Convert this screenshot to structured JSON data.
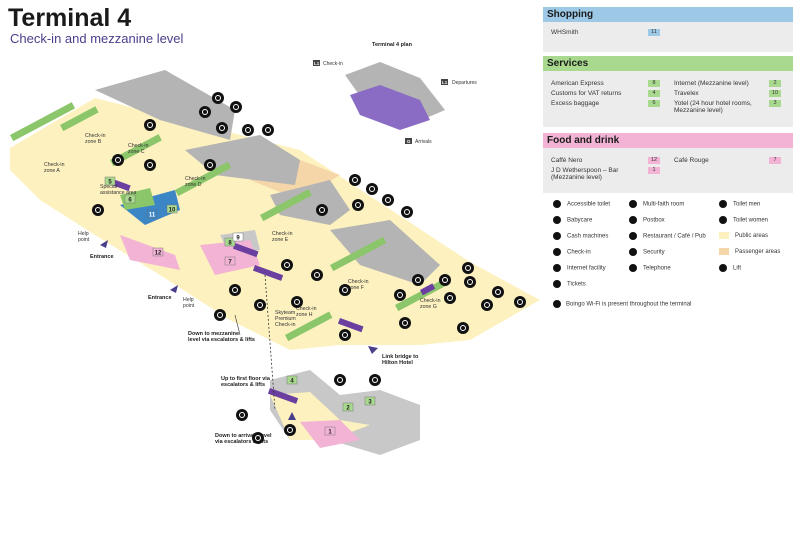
{
  "header": {
    "title": "Terminal 4",
    "subtitle": "Check-in and mezzanine level"
  },
  "plan": {
    "title": "Terminal 4 plan",
    "l1": "L1",
    "checkin": "Check-in",
    "departures": "Departures",
    "g": "G",
    "arrivals": "Arrivals"
  },
  "zones": {
    "a": "Check-in\nzone A",
    "b": "Check-in\nzone B",
    "c": "Check-in\nzone C",
    "d": "Check-in\nzone D",
    "e": "Check-in\nzone E",
    "f": "Check-in\nzone F",
    "g": "Check-in\nzone G",
    "h": "Check-in\nzone H",
    "special": "Special\nassistance area",
    "premium": "Skyteam\nPremium\nCheck-in"
  },
  "map_labels": {
    "help1": "Help\npoint",
    "entrance1": "Entrance",
    "entrance2": "Entrance",
    "help2": "Help\npoint",
    "down_mezz": "Down to mezzanine\nlevel via escalators & lifts",
    "up_first": "Up to first floor via\nescalators & lifts",
    "down_arr": "Down to arrivals level\nvia escalators & lifts",
    "link_bridge": "Link bridge to\nHilton Hotel"
  },
  "map_numbers": [
    "1",
    "2",
    "3",
    "4",
    "5",
    "6",
    "7",
    "8",
    "9",
    "10",
    "11",
    "12"
  ],
  "shopping": {
    "title": "Shopping",
    "items": [
      {
        "name": "WHSmith",
        "num": "11"
      }
    ]
  },
  "services": {
    "title": "Services",
    "left": [
      {
        "name": "American Express",
        "num": "8"
      },
      {
        "name": "Customs for VAT returns",
        "num": "4"
      },
      {
        "name": "Excess baggage",
        "num": "6"
      }
    ],
    "right": [
      {
        "name": "Internet (Mezzanine level)",
        "num": "2"
      },
      {
        "name": "Travelex",
        "num": "10"
      },
      {
        "name": "Yotel (24 hour hotel rooms,\nMezzanine level)",
        "num": "3"
      }
    ]
  },
  "food": {
    "title": "Food and drink",
    "left": [
      {
        "name": "Caffè Nero",
        "num": "12"
      },
      {
        "name": "J D Wetherspoon – Bar\n(Mezzanine level)",
        "num": "1"
      }
    ],
    "right": [
      {
        "name": "Café Rouge",
        "num": "7"
      }
    ]
  },
  "legend": [
    {
      "label": "Accessible toilet",
      "icon": "accessible-toilet-icon"
    },
    {
      "label": "Multi-faith room",
      "icon": "multi-faith-icon"
    },
    {
      "label": "Toilet men",
      "icon": "toilet-men-icon"
    },
    {
      "label": "Babycare",
      "icon": "babycare-icon"
    },
    {
      "label": "Postbox",
      "icon": "postbox-icon"
    },
    {
      "label": "Toilet women",
      "icon": "toilet-women-icon"
    },
    {
      "label": "Cash machines",
      "icon": "cash-machine-icon"
    },
    {
      "label": "Restaurant / Café / Pub",
      "icon": "restaurant-icon"
    },
    {
      "label": "Public areas",
      "icon": "public-area-swatch"
    },
    {
      "label": "Check-in",
      "icon": "check-in-icon"
    },
    {
      "label": "Security",
      "icon": "security-icon"
    },
    {
      "label": "Passenger areas",
      "icon": "passenger-area-swatch"
    },
    {
      "label": "Internet facility",
      "icon": "internet-icon"
    },
    {
      "label": "Telephone",
      "icon": "telephone-icon"
    },
    {
      "label": "Lift",
      "icon": "lift-icon"
    },
    {
      "label": "Tickets",
      "icon": "tickets-icon"
    }
  ],
  "wifi": "Boingo Wi-Fi is present throughout the terminal",
  "colors": {
    "shopping": "#9dc9e6",
    "services": "#a9d98f",
    "food": "#f2b3d4",
    "public": "#fdf1bf",
    "passenger": "#f4d6a8",
    "building": "#b4b4b4",
    "checkin_green": "#8cc66a",
    "purple": "#6b3fa0",
    "badge_blue": "#9dc9e6",
    "badge_green": "#a9d98f",
    "badge_pink": "#f2b3d4"
  }
}
